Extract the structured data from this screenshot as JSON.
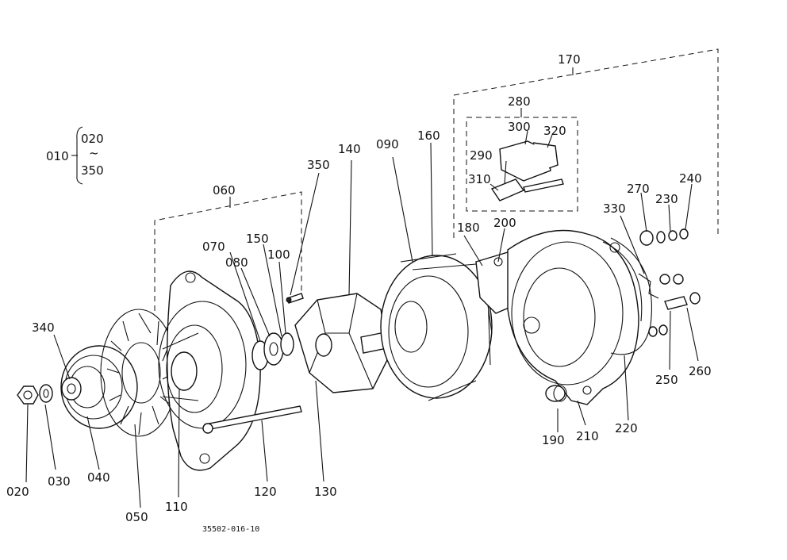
{
  "drawing_code": "35502-016-10",
  "assembly": {
    "number": "010",
    "range_from": "020",
    "range_tilde": "~",
    "range_to": "350"
  },
  "labels": {
    "p020": "020",
    "p030": "030",
    "p040": "040",
    "p050": "050",
    "p060": "060",
    "p070": "070",
    "p080": "080",
    "p090": "090",
    "p100": "100",
    "p110": "110",
    "p120": "120",
    "p130": "130",
    "p140": "140",
    "p150": "150",
    "p160": "160",
    "p170": "170",
    "p180": "180",
    "p190": "190",
    "p200": "200",
    "p210": "210",
    "p220": "220",
    "p230": "230",
    "p240": "240",
    "p250": "250",
    "p260": "260",
    "p270": "270",
    "p280": "280",
    "p290": "290",
    "p300": "300",
    "p310": "310",
    "p320": "320",
    "p330": "330",
    "p340": "340",
    "p350": "350"
  }
}
